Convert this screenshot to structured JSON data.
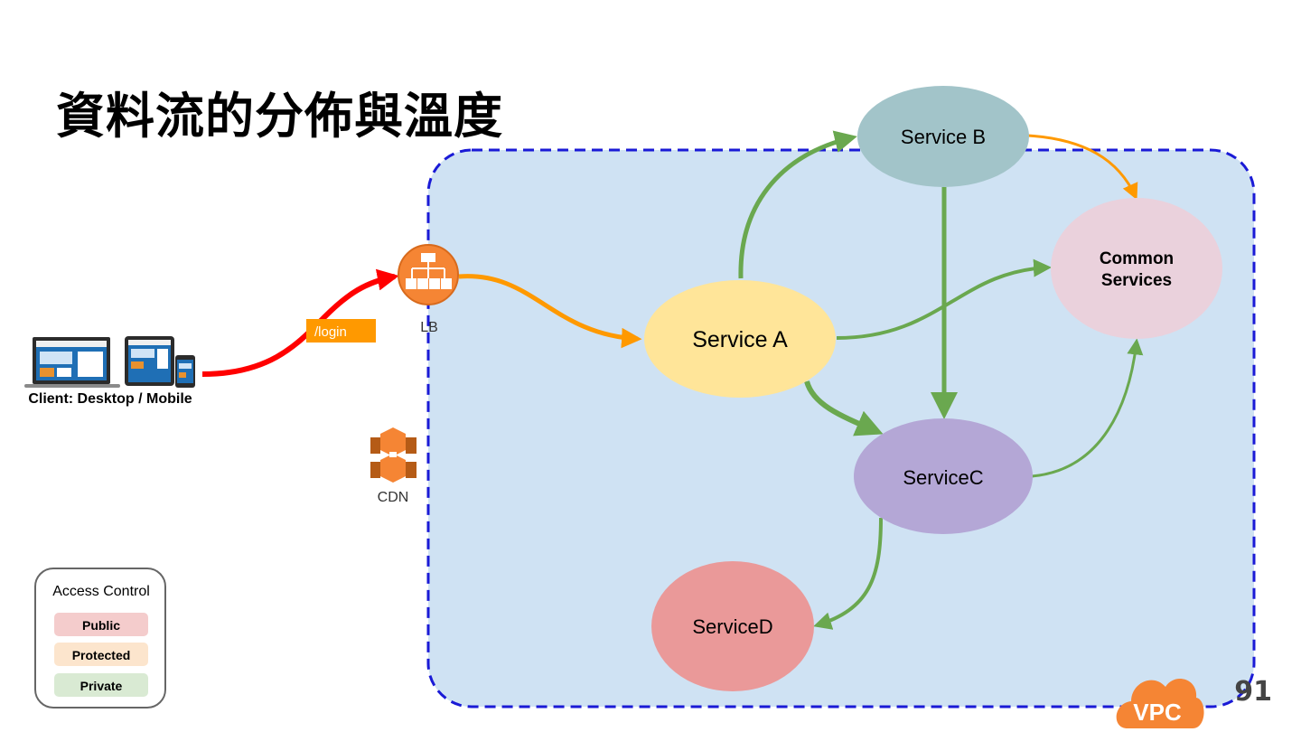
{
  "slide": {
    "title": "資料流的分佈與溫度",
    "page_number": "91"
  },
  "client": {
    "label": "Client: Desktop / Mobile"
  },
  "load_balancer": {
    "label": "LB",
    "route_tag": "/login"
  },
  "cdn": {
    "label": "CDN"
  },
  "vpc": {
    "label": "VPC"
  },
  "services": {
    "a": "Service A",
    "b": "Service B",
    "c": "ServiceC",
    "d": "ServiceD",
    "common_line1": "Common",
    "common_line2": "Services"
  },
  "legend": {
    "title": "Access Control",
    "items": [
      {
        "label": "Public",
        "color": "#f4cccc"
      },
      {
        "label": "Protected",
        "color": "#fce5cd"
      },
      {
        "label": "Private",
        "color": "#d9ead3"
      }
    ]
  },
  "colors": {
    "vpc_fill": "#cfe2f3",
    "vpc_border": "#1a1ad6",
    "service_a": "#ffe599",
    "service_b": "#a2c4c9",
    "service_c": "#b4a7d6",
    "service_d": "#ea9999",
    "common_services": "#ead1dc",
    "flow_private": "#6aa84f",
    "flow_protected": "#ff9900",
    "flow_public": "#ff0000",
    "aws_orange": "#f58534"
  }
}
